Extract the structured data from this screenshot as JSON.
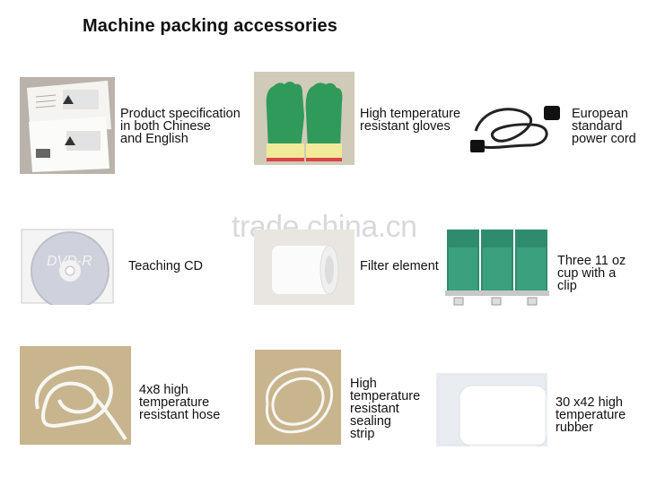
{
  "title": "Machine packing accessories",
  "watermark": "trade.china.cn",
  "items": [
    {
      "label": "Product specification\nin both Chinese\nand English"
    },
    {
      "label": "High temperature\nresistant gloves"
    },
    {
      "label": "European\nstandard\npower cord"
    },
    {
      "label": "Teaching CD"
    },
    {
      "label": "Filter element"
    },
    {
      "label": "Three 11 oz\ncup with a\nclip"
    },
    {
      "label": "4x8 high\ntemperature\nresistant hose"
    },
    {
      "label": "High\ntemperature\nresistant\nsealing\nstrip"
    },
    {
      "label": "30 x42 high\ntemperature\nrubber"
    }
  ],
  "cd_text": "DVD-R"
}
